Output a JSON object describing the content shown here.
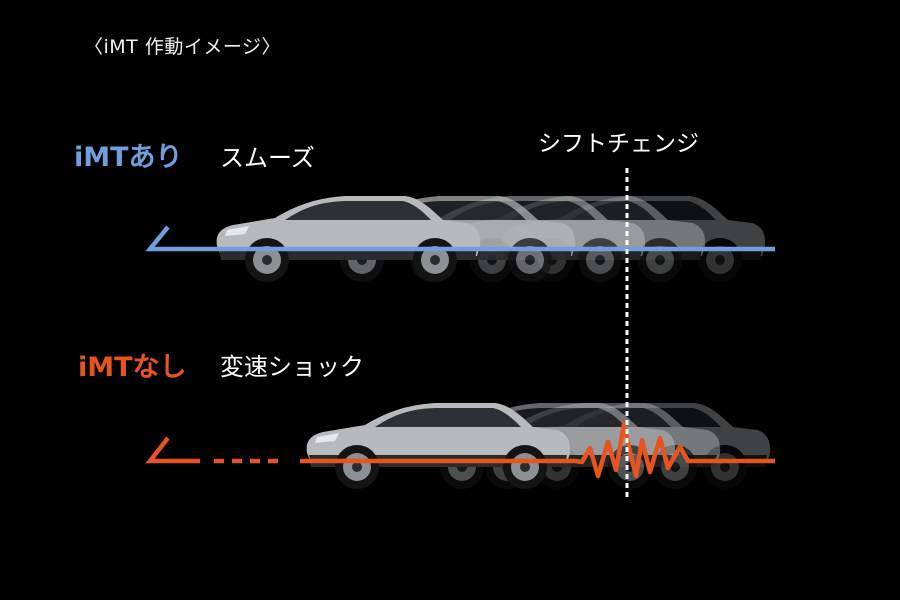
{
  "title": "〈iMT 作動イメージ〉",
  "shift_change_label": "シフトチェンジ",
  "rows": {
    "with_imt": {
      "label": "iMTあり",
      "description": "スムーズ",
      "color": "#6f9fdc"
    },
    "without_imt": {
      "label": "iMTなし",
      "description": "変速ショック",
      "color": "#e8541f"
    }
  },
  "colors": {
    "background": "#000000",
    "car_body": "#b7b9bc",
    "divider": "#ffffff"
  }
}
